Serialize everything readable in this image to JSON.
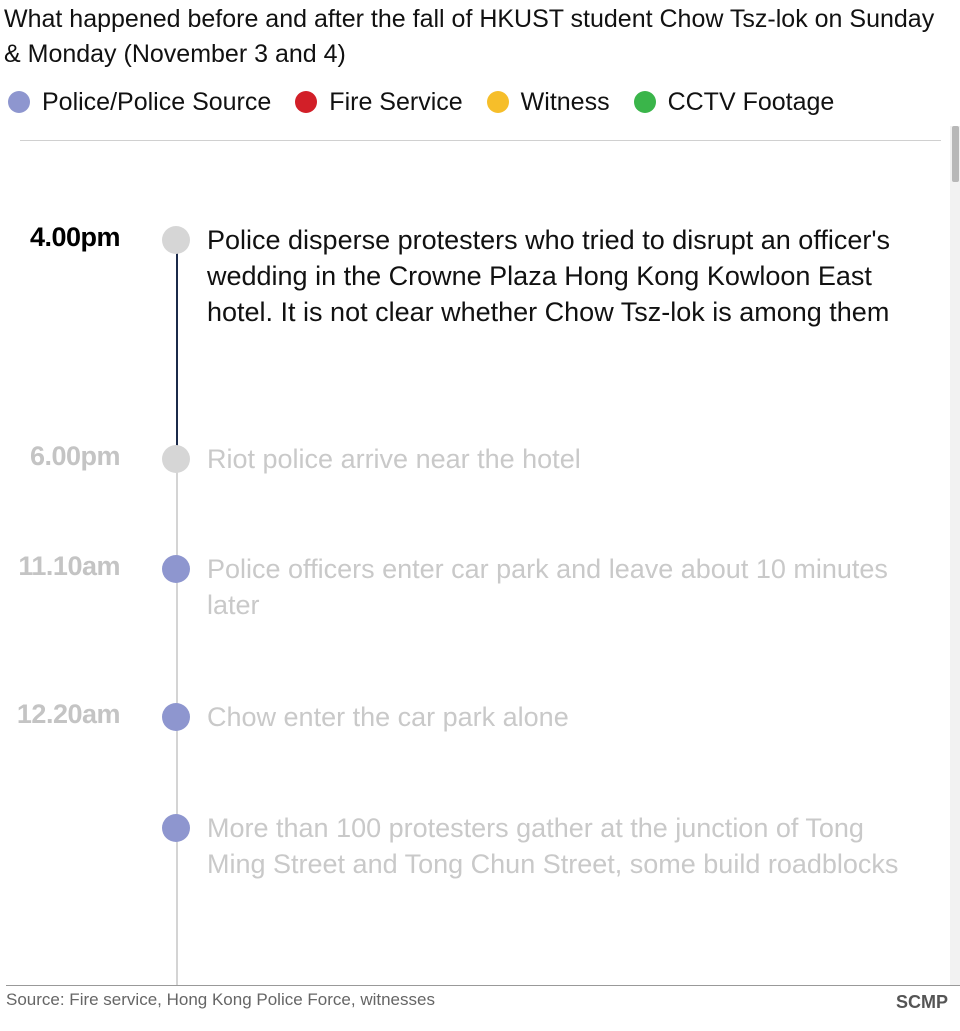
{
  "title": "What happened before and after the fall of HKUST student Chow Tsz-lok on Sunday & Monday (November 3 and 4)",
  "legend": [
    {
      "label": "Police/Police Source",
      "color": "#8e96cf"
    },
    {
      "label": "Fire Service",
      "color": "#d21f28"
    },
    {
      "label": "Witness",
      "color": "#f6be2a"
    },
    {
      "label": "CCTV Footage",
      "color": "#3ab54a"
    }
  ],
  "events": [
    {
      "time": "4.00pm",
      "text": "Police disperse protesters who tried to disrupt an officer's wedding in the Crowne Plaza Hong Kong Kowloon East hotel. It is not clear whether Chow Tsz-lok is among them",
      "dot_color": "#d6d6d6",
      "state": "active"
    },
    {
      "time": "6.00pm",
      "text": "Riot police arrive near the hotel",
      "dot_color": "#d6d6d6",
      "state": "inactive"
    },
    {
      "time": "11.10am",
      "text": "Police officers enter car park and leave about 10 minutes later",
      "dot_color": "#8e96cf",
      "state": "inactive"
    },
    {
      "time": "12.20am",
      "text": "Chow enter the car park alone",
      "dot_color": "#8e96cf",
      "state": "inactive"
    },
    {
      "time": "",
      "text": "More than 100 protesters gather at the junction of Tong Ming Street and Tong Chun Street, some build roadblocks",
      "dot_color": "#8e96cf",
      "state": "inactive"
    }
  ],
  "footer": {
    "source": "Source: Fire service, Hong Kong Police Force, witnesses",
    "brand": "SCMP"
  }
}
